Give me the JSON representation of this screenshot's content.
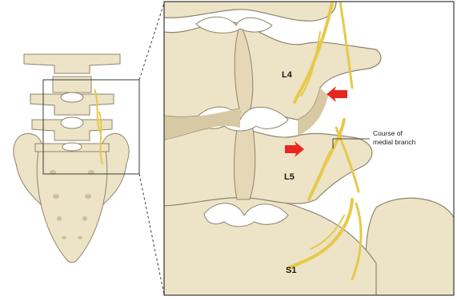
{
  "labels": {
    "l4": "L4",
    "l5": "L5",
    "s1": "S1",
    "callout_line1": "Course of",
    "callout_line2": "medial branch"
  },
  "colors": {
    "bone": "#ede3c6",
    "bone_shadow": "#d7c9a3",
    "bone_outline": "#8e846d",
    "nerve": "#e6c94a",
    "arrow": "#e8281f",
    "frame": "#3a3a3a"
  },
  "icons": {
    "arrow": "red-arrow-icon"
  }
}
